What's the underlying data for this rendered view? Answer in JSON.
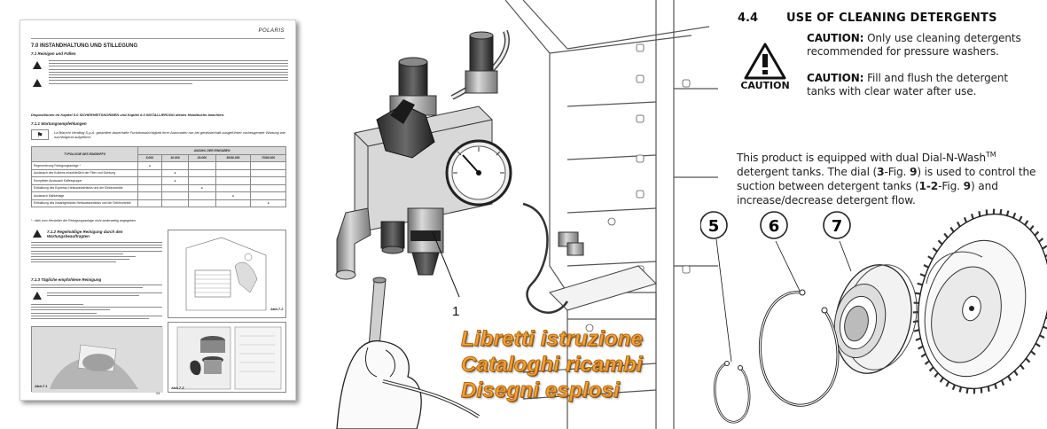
{
  "manual_page": {
    "brand": "POLARIS",
    "chapter_title": "7.0 INSTANDHALTUNG UND STILLEGUNG",
    "section_71": "7.1    Reinigen und Füllen",
    "dispositions": "Dispositionen im Kapitel 5.0 SICHERHEITSNORMEN und Kapitel  6.0 INSTALLIERUNG dieses Handbuchs beachten.",
    "section_711": "7.1.1 Wartungsempfehlungen",
    "bianchi_note": "La Bianchi Vending S.p.A. garantiert dauerhafte Funktionstüchtigkeit ihrer Automaten nur bei gewissenhaft ausgeführter vorbeugender Wartung wie nachfolgend aufgeführt.",
    "table_title": "TYPOLOGIE DES EINGRIFFS",
    "table_group": "ANZAHL DER EINGABEN",
    "table_cols": [
      "5.000",
      "10.000",
      "20.000",
      "30/40.000",
      "70/80.000"
    ],
    "table_rows": [
      {
        "label": "Regenerierung Reinigungsanlage *",
        "mark": 0
      },
      {
        "label": "Austausch des Kolbens einschließlich der Filter und Dichtung",
        "mark": 1
      },
      {
        "label": "Kompletter Austausch Kaffeegruppe",
        "mark": 1
      },
      {
        "label": "Entkalkung des Espresso-Heisswassertanks und der Elektroventile",
        "mark": 2
      },
      {
        "label": "Austausch Mahlanlage",
        "mark": 3
      },
      {
        "label": "Entkalkung des Instantgetränke-Heisswassertanks und der Elektroventile",
        "mark": 4
      }
    ],
    "table_footnote": "* : falls vom Hersteller der Reinigungsanlage nicht anderweitig angegeben.",
    "section_712": "7.1.2 Regelmäßige Reinigung durch den Wartungsbeauftragten",
    "section_713": "7.1.3 Tägliche empfohlene Reinigung",
    "fig_71": "Abb.7.1",
    "fig_72": "Abb.7.2",
    "fig_73": "Abb.7.3",
    "page_number": "24"
  },
  "drawing": {
    "callout": "1"
  },
  "overlay": {
    "line1": "Libretti istruzione",
    "line2": "Cataloghi ricambi",
    "line3": "Disegni esplosi"
  },
  "section": {
    "number": "4.4",
    "title": "USE OF CLEANING DETERGENTS",
    "caution_icon_label": "CAUTION",
    "caution1_label": "CAUTION:",
    "caution1_text": " Only use cleaning detergents recommended for pressure washers.",
    "caution2_label": "CAUTION:",
    "caution2_text": " Fill and flush the detergent tanks with clear water after use.",
    "para_a": "This product is equipped with dual Dial-N-Wash",
    "para_tm": "TM",
    "para_b": " detergent tanks. The dial (",
    "para_b_bold": "3",
    "para_c": "-Fig. ",
    "para_c_bold": "9",
    "para_d": ") is used to control the suction between detergent tanks (",
    "para_d_bold": "1-2",
    "para_e": "-Fig. ",
    "para_e_bold": "9",
    "para_f": ") and increase/decrease detergent flow."
  },
  "parts": {
    "label_5": "5",
    "label_6": "6",
    "label_7": "7"
  }
}
